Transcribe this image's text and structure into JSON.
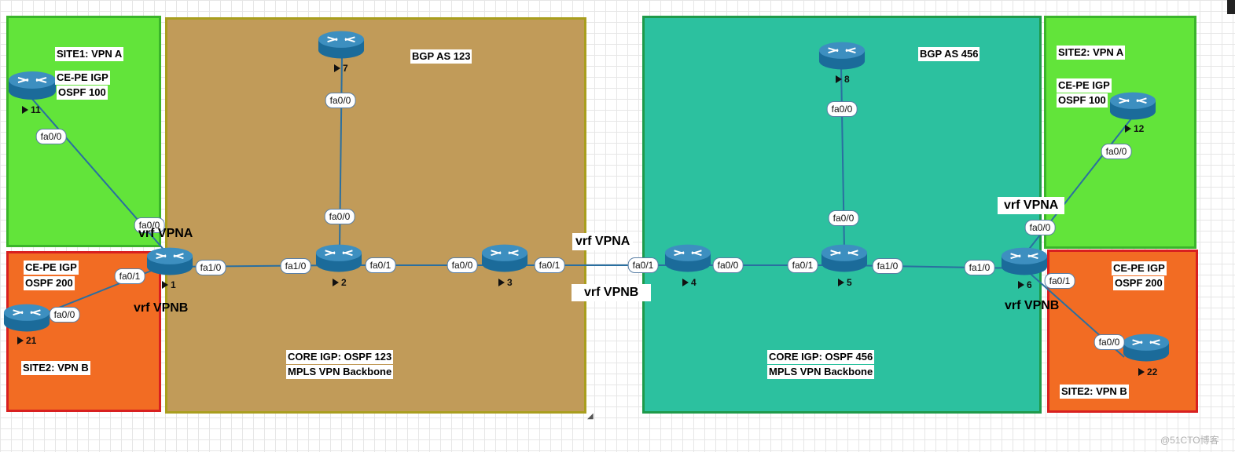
{
  "colors": {
    "green": "#62e43a",
    "green_border": "#3ab52a",
    "orange": "#f26c23",
    "orange_border": "#d82020",
    "tan": "#c19b59",
    "tan_border": "#a99e1e",
    "teal": "#2cc19f",
    "teal_border": "#1f9a4a",
    "link": "#2a6fa0"
  },
  "zones": {
    "site1_vpna": "SITE1: VPN A",
    "site1_cepe_line1": "CE-PE IGP",
    "site1_cepe_line2": "OSPF 100",
    "site1_vpnb_cepe_line1": "CE-PE IGP",
    "site1_vpnb_cepe_line2": "OSPF 200",
    "site2_vpnb_left": "SITE2: VPN B",
    "bgp_left": "BGP AS 123",
    "core_left_line1": "CORE IGP:  OSPF 123",
    "core_left_line2": "MPLS VPN Backbone",
    "bgp_right": "BGP AS 456",
    "core_right_line1": "CORE IGP:  OSPF 456",
    "core_right_line2": "MPLS VPN Backbone",
    "site2_vpna": "SITE2: VPN A",
    "site2_cepe_line1": "CE-PE IGP",
    "site2_cepe_line2": "OSPF 100",
    "site2_vpnb_cepe_line1": "CE-PE IGP",
    "site2_vpnb_cepe_line2": "OSPF 200",
    "site2_vpnb_right": "SITE2: VPN B"
  },
  "vrf": {
    "left_vpna": "vrf VPNA",
    "left_vpnb": "vrf VPNB",
    "mid_vpna": "vrf VPNA",
    "mid_vpnb": "vrf VPNB",
    "right_vpna": "vrf VPNA",
    "right_vpnb": "vrf VPNB"
  },
  "routers": {
    "r1": "1",
    "r2": "2",
    "r3": "3",
    "r4": "4",
    "r5": "5",
    "r6": "6",
    "r7": "7",
    "r8": "8",
    "r11": "11",
    "r12": "12",
    "r21": "21",
    "r22": "22"
  },
  "interfaces": {
    "r11_fa00": "fa0/0",
    "r1_fa00": "fa0/0",
    "r1_fa01": "fa0/1",
    "r21_fa00": "fa0/0",
    "r1_fa10": "fa1/0",
    "r2_fa10": "fa1/0",
    "r7_fa00": "fa0/0",
    "r2_fa00": "fa0/0",
    "r2_fa01": "fa0/1",
    "r3_fa00": "fa0/0",
    "r3_fa01": "fa0/1",
    "r4_fa01": "fa0/1",
    "r4_fa00": "fa0/0",
    "r5_fa01": "fa0/1",
    "r8_fa00": "fa0/0",
    "r5_fa00": "fa0/0",
    "r5_fa10": "fa1/0",
    "r6_fa10": "fa1/0",
    "r6_fa00": "fa0/0",
    "r12_fa00": "fa0/0",
    "r6_fa01": "fa0/1",
    "r22_fa00": "fa0/0"
  },
  "watermark": "@51CTO博客"
}
